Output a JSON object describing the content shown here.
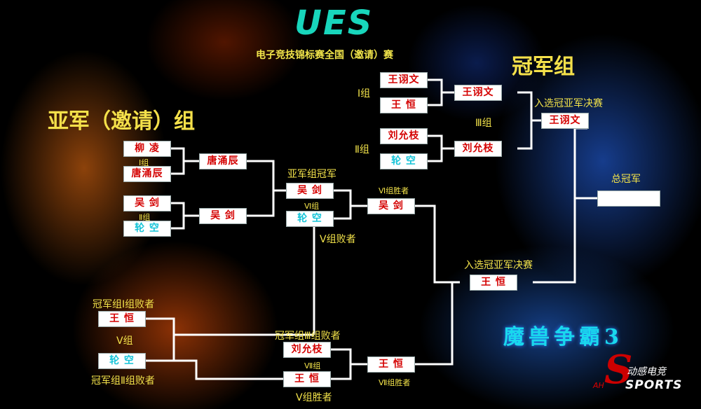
{
  "header": {
    "logo": "UES",
    "subtitle": "电子竞技锦标赛全国（邀请）赛"
  },
  "groups": {
    "runner_up": "亚军（邀请）组",
    "champion": "冠军组"
  },
  "players": {
    "liu_ling": "柳  凌",
    "tang_yongchen": "唐涌辰",
    "wu_jian": "吴  剑",
    "lun_kong": "轮  空",
    "wang_yiwen": "王诩文",
    "wang_heng": "王  恒",
    "liu_yunzhi": "刘允枝"
  },
  "labels": {
    "group_1": "Ⅰ组",
    "group_2": "Ⅱ组",
    "group_3": "Ⅲ组",
    "group_5": "Ⅴ组",
    "group_6": "Ⅵ组",
    "group_7": "Ⅶ组",
    "runner_up_champion": "亚军组冠军",
    "group6_winner": "Ⅵ组胜者",
    "group5_loser": "Ⅴ组败者",
    "advance_final_top": "入选冠亚军决赛",
    "advance_final_bottom": "入选冠亚军决赛",
    "grand_champion": "总冠军",
    "champ_g1_loser": "冠军组Ⅰ组败者",
    "champ_g2_loser": "冠军组Ⅱ组败者",
    "champ_g3_loser": "冠军组Ⅲ组败者",
    "group7_winner": "Ⅶ组胜者",
    "group5_winner": "Ⅴ组胜者"
  },
  "game_title": "魔兽争霸3",
  "brand": {
    "cn": "动感电竞",
    "en": "SPORTS",
    "prefix": "AH"
  },
  "colors": {
    "name_red": "#d40000",
    "name_cyan": "#16c4d8",
    "label_yellow": "#f2e24a",
    "logo_teal": "#18d6bc"
  }
}
